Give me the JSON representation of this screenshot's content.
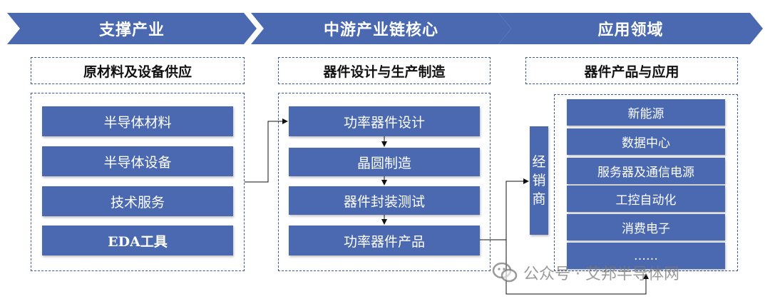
{
  "stages": [
    {
      "label": "支撑产业"
    },
    {
      "label": "中游产业链核心"
    },
    {
      "label": "应用领域"
    }
  ],
  "sections": {
    "support": {
      "header": "原材料及设备供应",
      "items": [
        "半导体材料",
        "半导体设备",
        "技术服务",
        "EDA工具"
      ]
    },
    "core": {
      "header": "器件设计与生产制造",
      "items": [
        "功率器件设计",
        "晶圆制造",
        "器件封装测试",
        "功率器件产品"
      ]
    },
    "application": {
      "header": "器件产品与应用",
      "distributor": [
        "经",
        "销",
        "商"
      ],
      "items": [
        "新能源",
        "数据中心",
        "服务器及通信电源",
        "工控自动化",
        "消费电子",
        "……"
      ]
    }
  },
  "watermark": "公众号 · 艾邦半导体网",
  "colors": {
    "primary": "#4a69b0",
    "border": "#3a5a95"
  }
}
